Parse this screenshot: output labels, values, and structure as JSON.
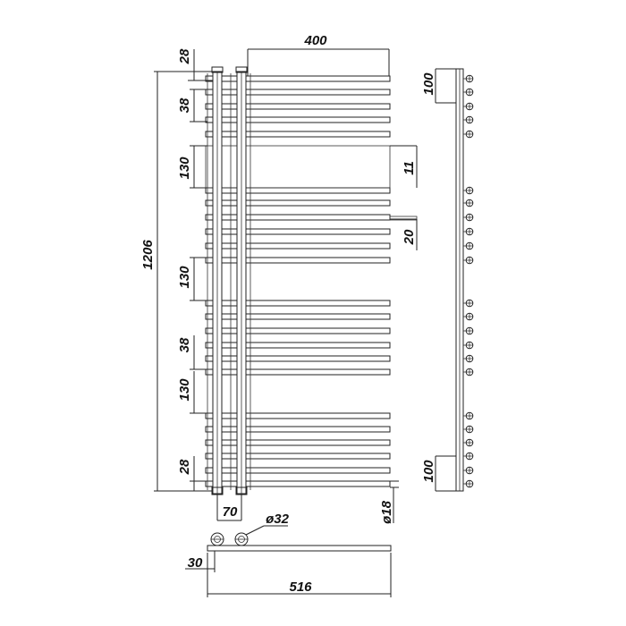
{
  "drawing": {
    "dimensions": {
      "top_gap": "28",
      "width_top": "400",
      "spacing_top": "38",
      "gap_1": "130",
      "bar_height": "11",
      "total_height": "1206",
      "side_offset": "20",
      "gap_2": "130",
      "spacing_mid": "38",
      "gap_3": "130",
      "bottom_gap": "28",
      "side_top": "100",
      "side_bottom": "100",
      "collector_spacing": "70",
      "bar_diameter": "ø18",
      "pipe_diameter": "ø32",
      "wall_offset": "30",
      "total_width": "516"
    }
  }
}
